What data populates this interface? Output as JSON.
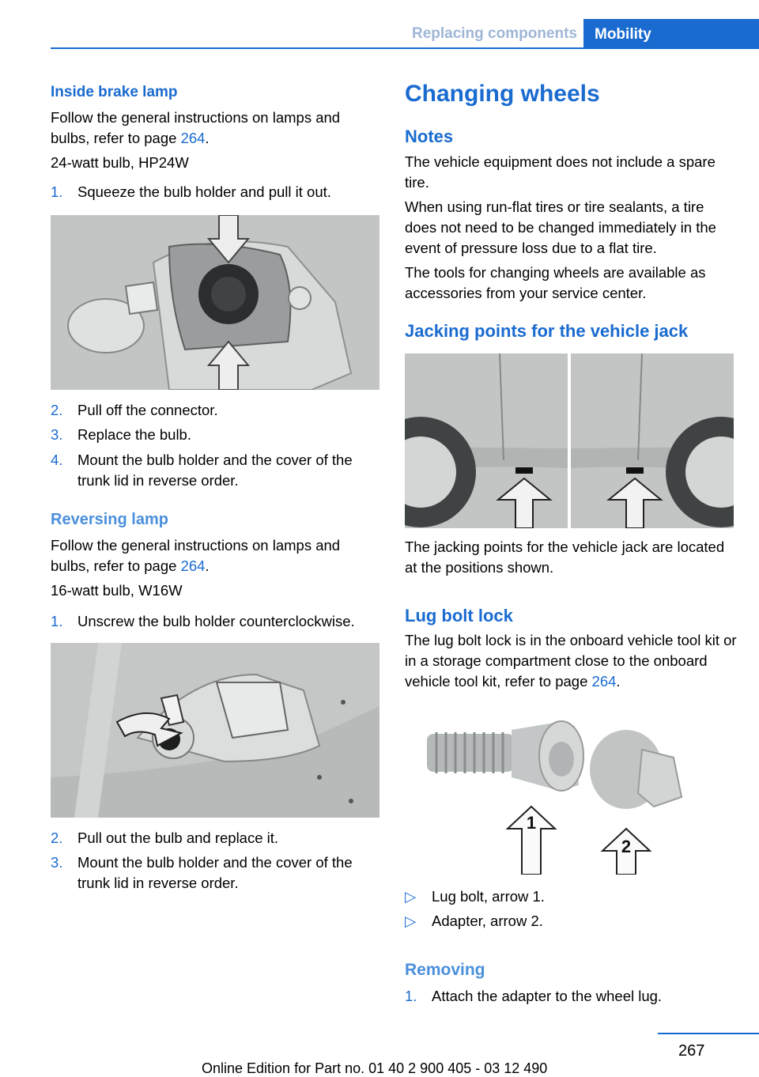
{
  "header": {
    "section": "Replacing components",
    "tab": "Mobility"
  },
  "left": {
    "s1_title": "Inside brake lamp",
    "s1_p1a": "Follow the general instructions on lamps and bulbs, refer to page ",
    "s1_p1_link": "264",
    "s1_p1b": ".",
    "s1_bulb": "24-watt bulb, HP24W",
    "s1_step1_num": "1.",
    "s1_step1": "Squeeze the bulb holder and pull it out.",
    "s1_steps": [
      {
        "num": "2.",
        "text": "Pull off the connector."
      },
      {
        "num": "3.",
        "text": "Replace the bulb."
      },
      {
        "num": "4.",
        "text": "Mount the bulb holder and the cover of the trunk lid in reverse order."
      }
    ],
    "s2_title": "Reversing lamp",
    "s2_p1a": "Follow the general instructions on lamps and bulbs, refer to page ",
    "s2_p1_link": "264",
    "s2_p1b": ".",
    "s2_bulb": "16-watt bulb, W16W",
    "s2_step1_num": "1.",
    "s2_step1": "Unscrew the bulb holder counterclockwise.",
    "s2_steps": [
      {
        "num": "2.",
        "text": "Pull out the bulb and replace it."
      },
      {
        "num": "3.",
        "text": "Mount the bulb holder and the cover of the trunk lid in reverse order."
      }
    ]
  },
  "right": {
    "title": "Changing wheels",
    "notes_title": "Notes",
    "notes_p1": "The vehicle equipment does not include a spare tire.",
    "notes_p2": "When using run-flat tires or tire sealants, a tire does not need to be changed immediately in the event of pressure loss due to a flat tire.",
    "notes_p3": "The tools for changing wheels are available as accessories from your service center.",
    "jack_title": "Jacking points for the vehicle jack",
    "jack_p": "The jacking points for the vehicle jack are located at the positions shown.",
    "lug_title": "Lug bolt lock",
    "lug_pa": "The lug bolt lock is in the onboard vehicle tool kit or in a storage compartment close to the onboard vehicle tool kit, refer to page ",
    "lug_link": "264",
    "lug_pb": ".",
    "lug_arrow1": "1",
    "lug_arrow2": "2",
    "bullets": [
      {
        "marker": "▷",
        "text": "Lug bolt, arrow 1."
      },
      {
        "marker": "▷",
        "text": "Adapter, arrow 2."
      }
    ],
    "removing_title": "Removing",
    "removing_step_num": "1.",
    "removing_step": "Attach the adapter to the wheel lug."
  },
  "footer": {
    "page": "267",
    "online": "Online Edition for Part no. 01 40 2 900 405 - 03 12 490"
  }
}
